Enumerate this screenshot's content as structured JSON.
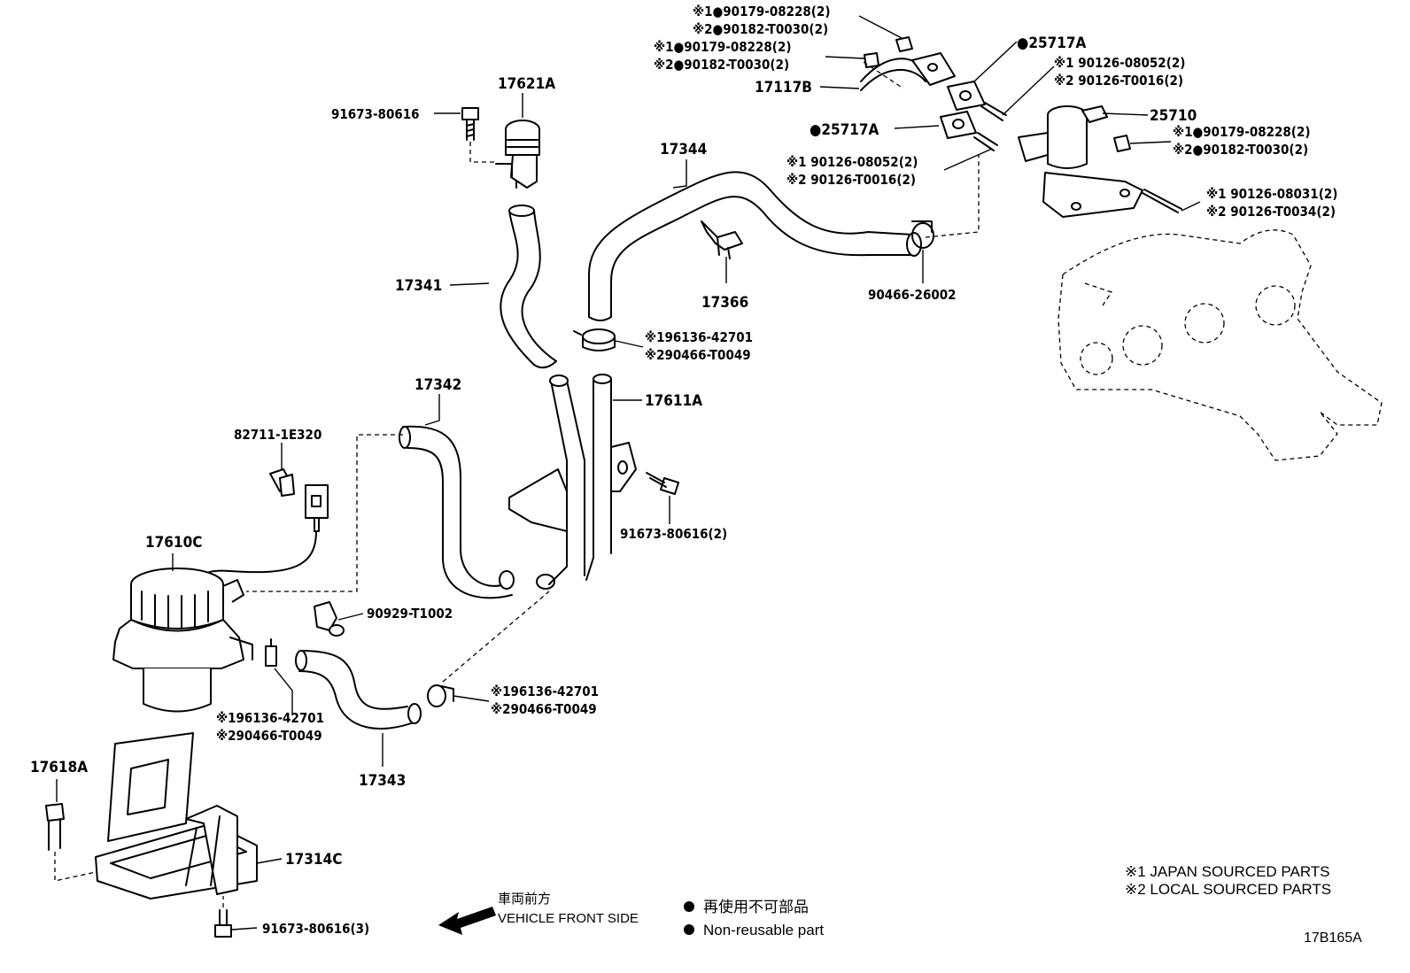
{
  "callouts": {
    "c17621A": "17621A",
    "c91673_80616_top": "91673-80616",
    "c17341": "17341",
    "c17344": "17344",
    "c17366": "17366",
    "c90466_26002": "90466-26002",
    "c17342": "17342",
    "c17611A": "17611A",
    "c82711_1E320": "82711-1E320",
    "c91673_80616_2": "91673-80616(2)",
    "c17610C": "17610C",
    "c90929_T1002": "90929-T1002",
    "c17343": "17343",
    "c17618A": "17618A",
    "c17314C": "17314C",
    "c91673_80616_3": "91673-80616(3)",
    "c17117B": "17117B",
    "c25717A_top": "●25717A",
    "c25717A_mid": "●25717A",
    "c25710": "25710"
  },
  "multi_labels": {
    "nut_top_1": "※1●90179-08228(2)",
    "nut_top_2": "※2●90182-T0030(2)",
    "nut_mid_1": "※1●90179-08228(2)",
    "nut_mid_2": "※2●90182-T0030(2)",
    "stud_top_1": "※1 90126-08052(2)",
    "stud_top_2": "※2 90126-T0016(2)",
    "stud_mid_1": "※1 90126-08052(2)",
    "stud_mid_2": "※2 90126-T0016(2)",
    "nut_right_1": "※1●90179-08228(2)",
    "nut_right_2": "※2●90182-T0030(2)",
    "stud_right_1": "※1 90126-08031(2)",
    "stud_right_2": "※2 90126-T0034(2)",
    "clamp_a_1": "※196136-42701",
    "clamp_a_2": "※290466-T0049",
    "clamp_b_1": "※196136-42701",
    "clamp_b_2": "※290466-T0049",
    "clamp_c_1": "※196136-42701",
    "clamp_c_2": "※290466-T0049"
  },
  "legend": {
    "japan": "※1 JAPAN SOURCED PARTS",
    "local": "※2 LOCAL SOURCED PARTS",
    "front_jp": "車両前方",
    "front_en": "VEHICLE FRONT SIDE",
    "nonreuse_jp": "再使用不可部品",
    "nonreuse_en": "Non-reusable part",
    "bullet": "●"
  },
  "diagram_id": "17B165A",
  "icons": [
    "arrow-left-icon",
    "bullet-dot-icon"
  ]
}
